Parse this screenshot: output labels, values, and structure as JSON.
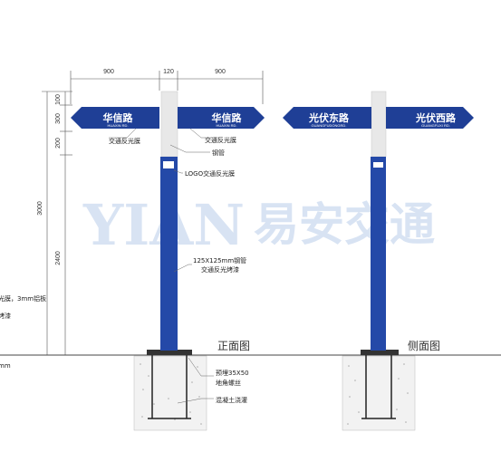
{
  "dimensions": {
    "top": [
      "900",
      "120",
      "900"
    ],
    "left_small": [
      "100",
      "300",
      "200",
      "2400"
    ],
    "left_total": "3000"
  },
  "signs": {
    "front_left": {
      "cn": "华信路",
      "en": "HUAXIN RD."
    },
    "front_right": {
      "cn": "华信路",
      "en": "HUAXIN RD."
    },
    "side_left": {
      "cn": "光伏东路",
      "en": "GUANGFUDONGRD."
    },
    "side_right": {
      "cn": "光伏西路",
      "en": "GUANGFUXI RD."
    }
  },
  "annotations": {
    "film_left": "交通反光膜",
    "film_right": "交通反光膜",
    "steel_pipe": "钢管",
    "logo_film": "LOGO交通反光膜",
    "pipe_spec": "125X125mm钢管",
    "paint": "交通反光烤漆",
    "embed": "预埋35X50",
    "anchor": "地角螺丝",
    "concrete": "混凝土浇灌"
  },
  "view_labels": {
    "front": "正面图",
    "side": "侧面图"
  },
  "left_cutoff": {
    "line1": "光膜，3mm铝板",
    "line2": "烤漆",
    "unit": "mm"
  },
  "watermark": {
    "latin": "YIAN",
    "cn": "易安交通"
  },
  "colors": {
    "sign_blue": "#1f3f96",
    "pole_blue": "#2449a8",
    "steel": "#e8e8e8",
    "concrete": "#f2f2f2"
  }
}
